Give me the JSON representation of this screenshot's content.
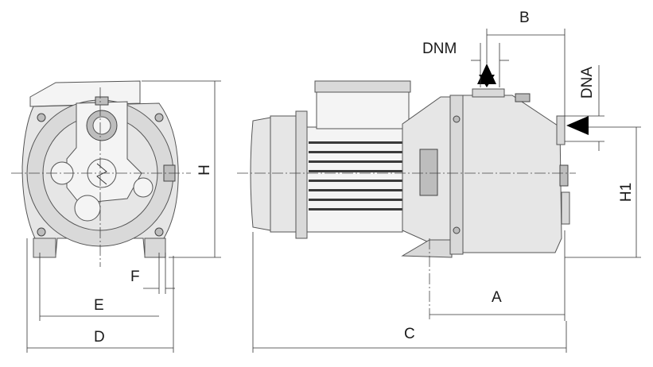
{
  "dimensions": {
    "B": "B",
    "DNM": "DNM",
    "DNA": "DNA",
    "H": "H",
    "H1": "H1",
    "F": "F",
    "E": "E",
    "D": "D",
    "A": "A",
    "C": "C"
  }
}
